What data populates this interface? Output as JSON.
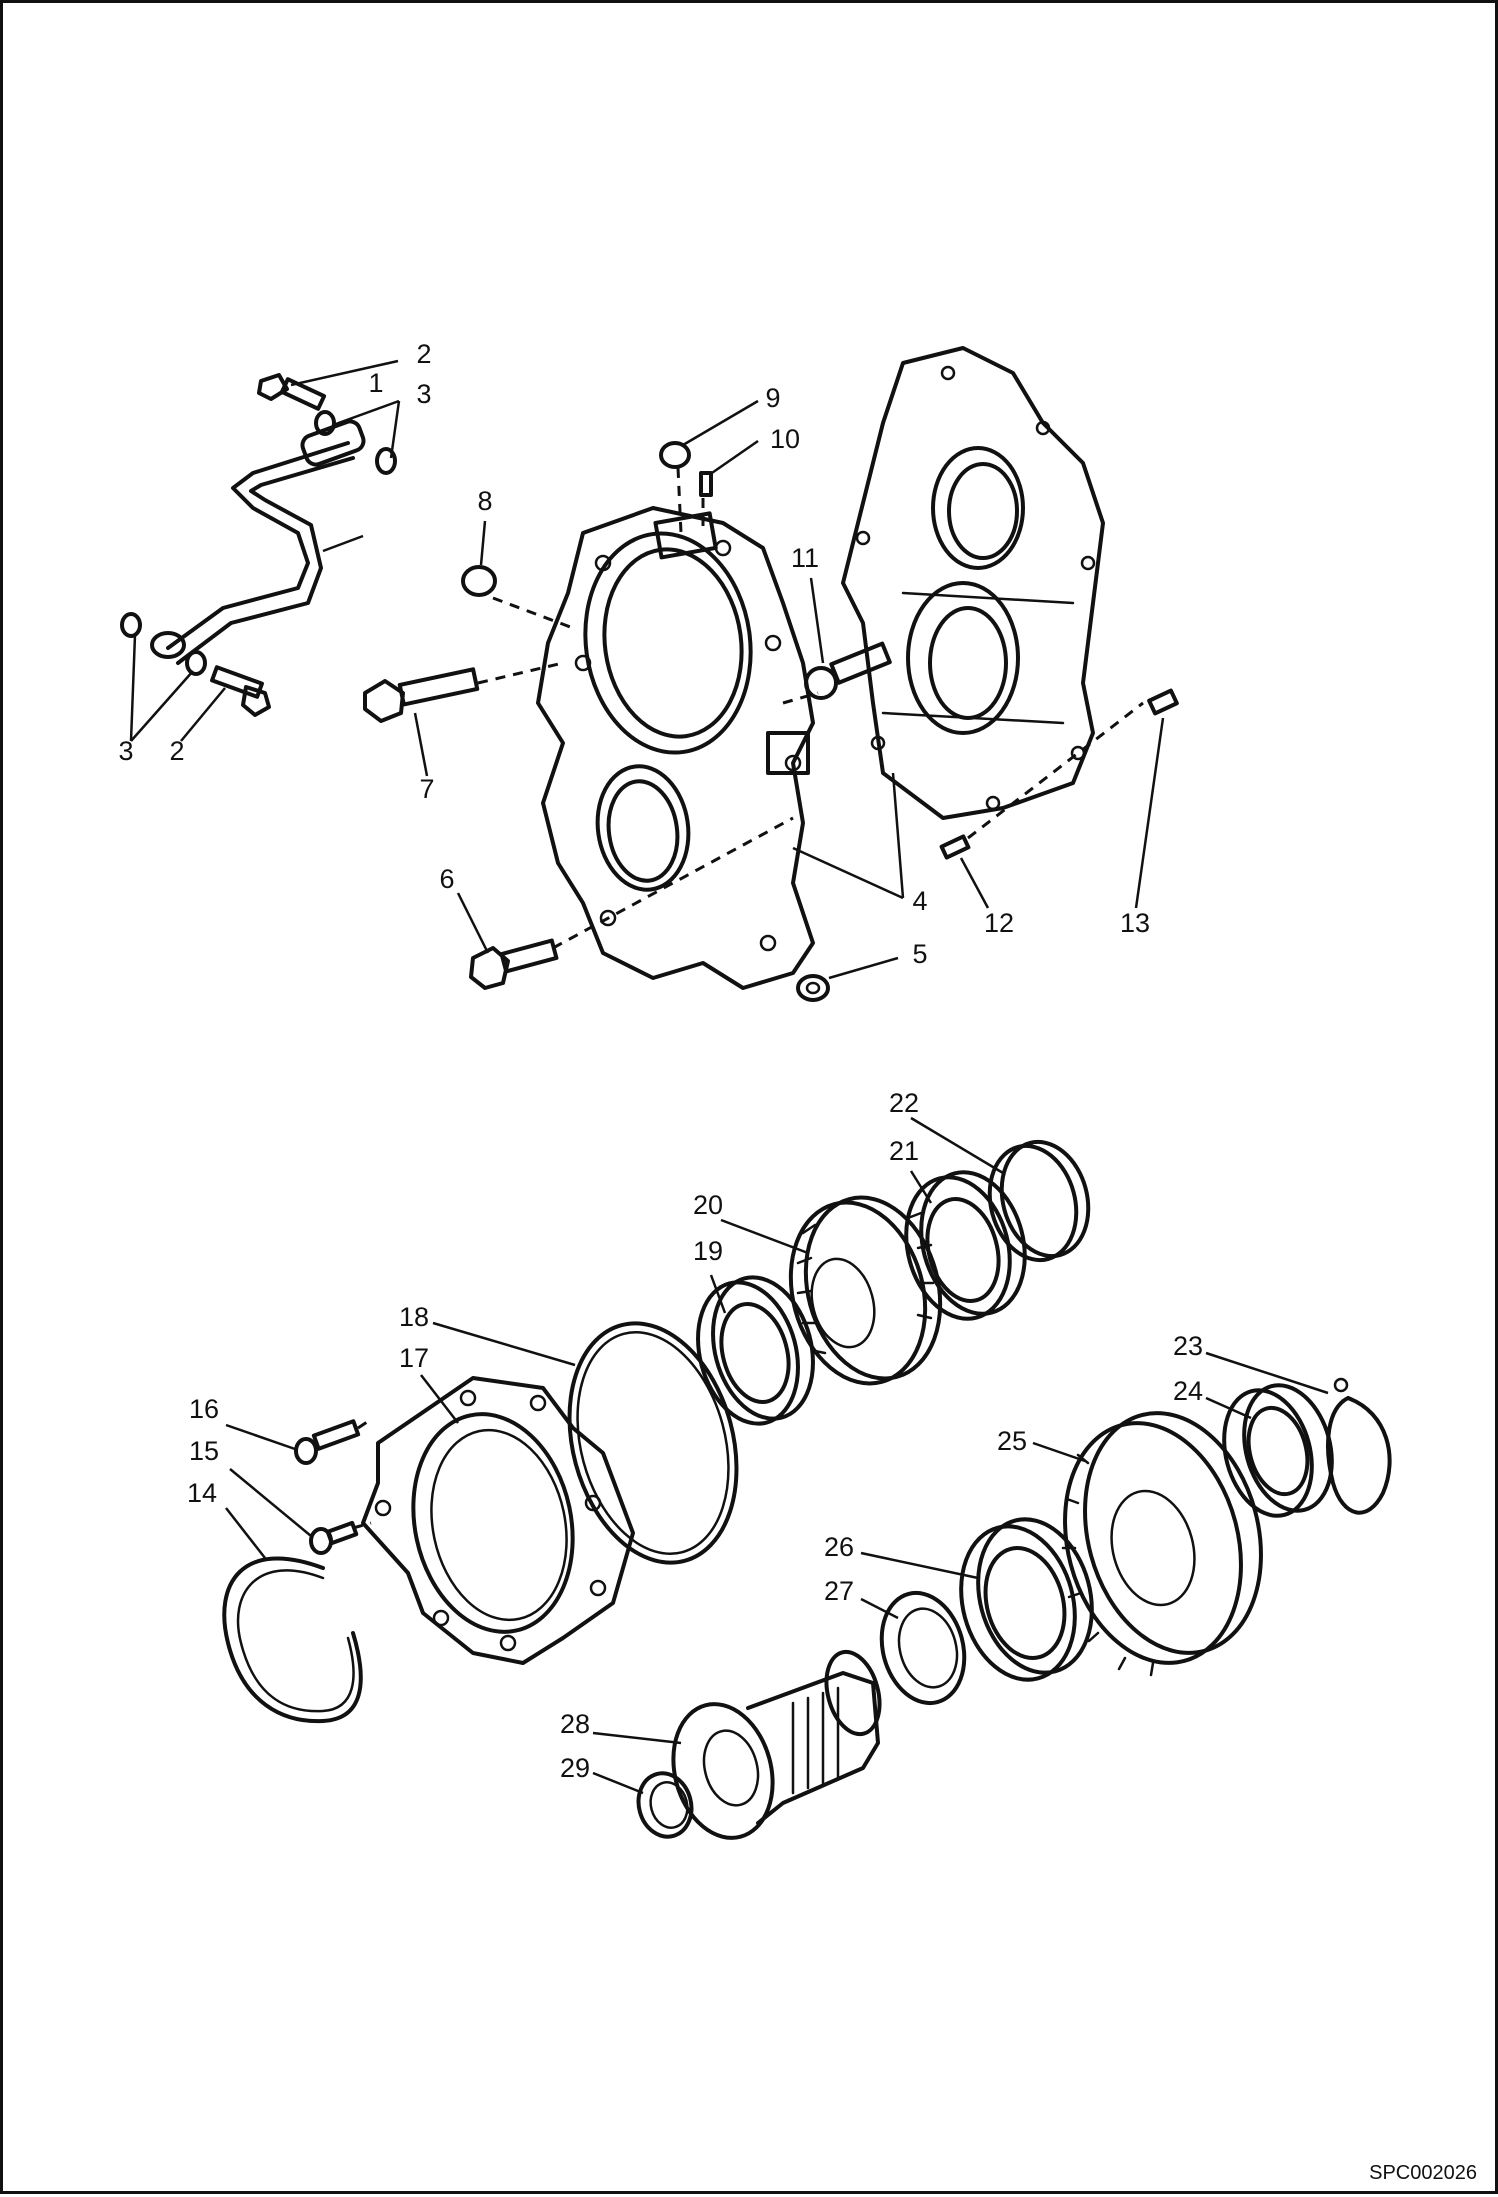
{
  "callouts": [
    "1",
    "2",
    "2",
    "3",
    "3",
    "3",
    "4",
    "5",
    "6",
    "7",
    "8",
    "9",
    "10",
    "11",
    "12",
    "13",
    "14",
    "15",
    "16",
    "17",
    "18",
    "19",
    "20",
    "21",
    "22",
    "23",
    "24",
    "25",
    "26",
    "27",
    "28",
    "29"
  ],
  "drawing_code": "SPC002026"
}
